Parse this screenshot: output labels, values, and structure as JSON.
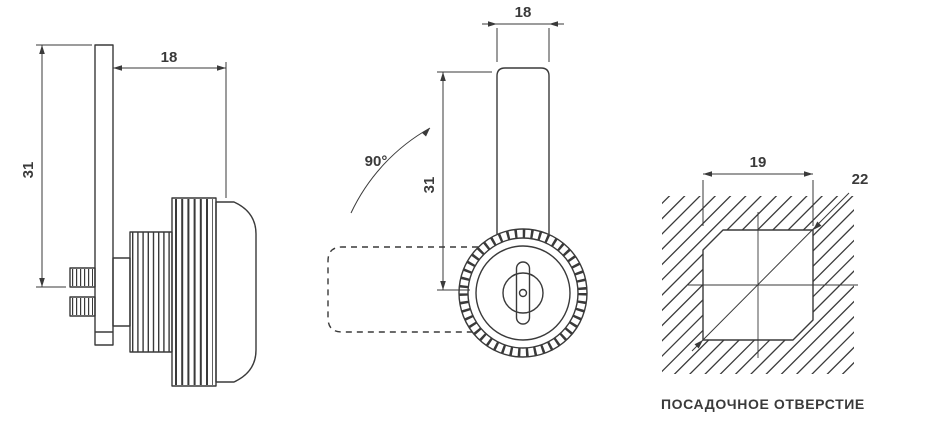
{
  "colors": {
    "line": "#3a3a3a",
    "background": "#ffffff"
  },
  "views": {
    "side": {
      "width_mm": "18",
      "height_mm": "31"
    },
    "front": {
      "width_mm": "18",
      "height_mm": "31",
      "rotation_angle": "90°"
    },
    "hole": {
      "width_mm": "19",
      "diagonal_mm": "22",
      "caption": "ПОСАДОЧНОЕ ОТВЕРСТИЕ"
    }
  }
}
